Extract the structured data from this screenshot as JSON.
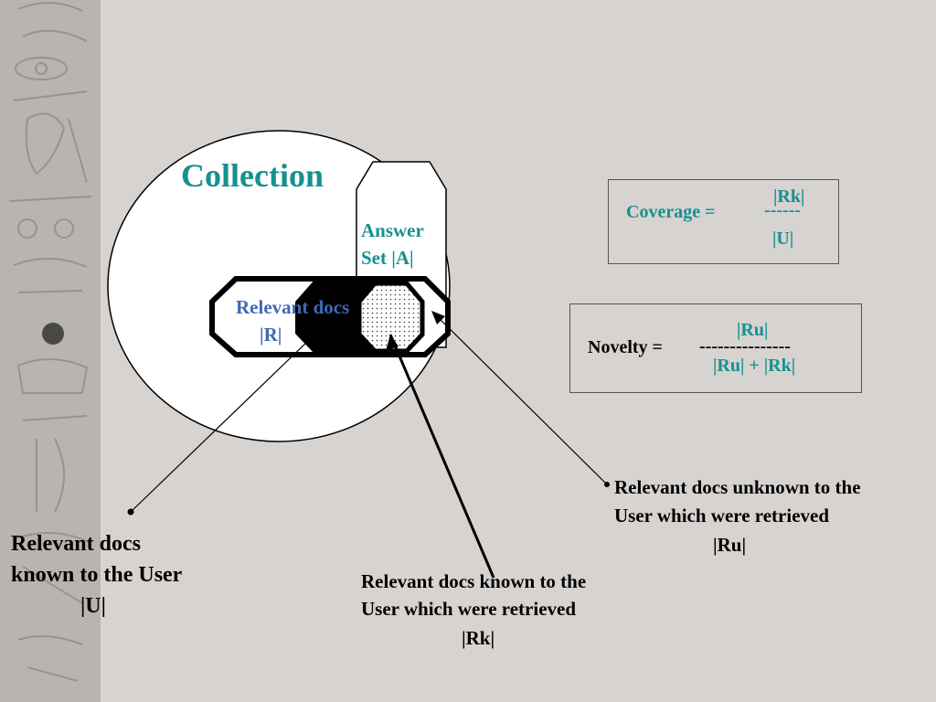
{
  "collection_label": "Collection",
  "answer_set": {
    "line1": "Answer",
    "line2": "Set |A|"
  },
  "relevant": {
    "line1": "Relevant docs",
    "line2": "|R|"
  },
  "coverage": {
    "lhs": "Coverage  =",
    "numerator": "|Rk|",
    "bar": "------",
    "denominator": "|U|"
  },
  "novelty": {
    "lhs": "Novelty  =",
    "numerator": "|Ru|",
    "bar": "---------------",
    "denominator": "|Ru| + |Rk|"
  },
  "callouts": {
    "known": {
      "line1": "Relevant docs",
      "line2": "known to the User",
      "line3": "|U|"
    },
    "known_retrieved": {
      "line1": "Relevant docs known to the",
      "line2": "User which were retrieved",
      "line3": "|Rk|"
    },
    "unknown_retrieved": {
      "line1": "Relevant docs unknown to the",
      "line2": "User which were retrieved",
      "line3": "|Ru|"
    }
  },
  "colors": {
    "teal": "#17918f",
    "blue": "#3d6ab6",
    "background": "#d6d3d1",
    "strip": "#b4b1ae"
  }
}
